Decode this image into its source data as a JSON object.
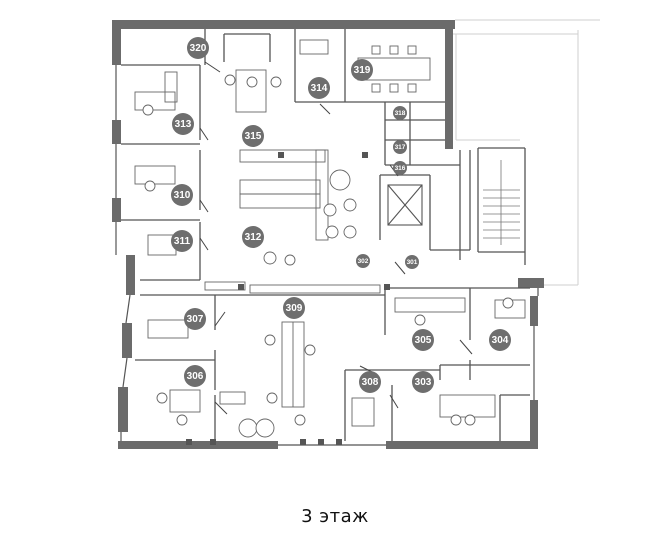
{
  "floor_label": "3 этаж",
  "rooms": [
    {
      "id": "320",
      "label": "320"
    },
    {
      "id": "319",
      "label": "319"
    },
    {
      "id": "318",
      "label": "318"
    },
    {
      "id": "317",
      "label": "317"
    },
    {
      "id": "316",
      "label": "316"
    },
    {
      "id": "315",
      "label": "315"
    },
    {
      "id": "314",
      "label": "314"
    },
    {
      "id": "313",
      "label": "313"
    },
    {
      "id": "312",
      "label": "312"
    },
    {
      "id": "311",
      "label": "311"
    },
    {
      "id": "310",
      "label": "310"
    },
    {
      "id": "309",
      "label": "309"
    },
    {
      "id": "308",
      "label": "308"
    },
    {
      "id": "307",
      "label": "307"
    },
    {
      "id": "306",
      "label": "306"
    },
    {
      "id": "305",
      "label": "305"
    },
    {
      "id": "304",
      "label": "304"
    },
    {
      "id": "303",
      "label": "303"
    },
    {
      "id": "302",
      "label": "302"
    },
    {
      "id": "301",
      "label": "301"
    }
  ],
  "colors": {
    "wall": "#6b6b6b",
    "marker": "#6e6e6e",
    "line": "#555555",
    "label": "#ffffff"
  }
}
